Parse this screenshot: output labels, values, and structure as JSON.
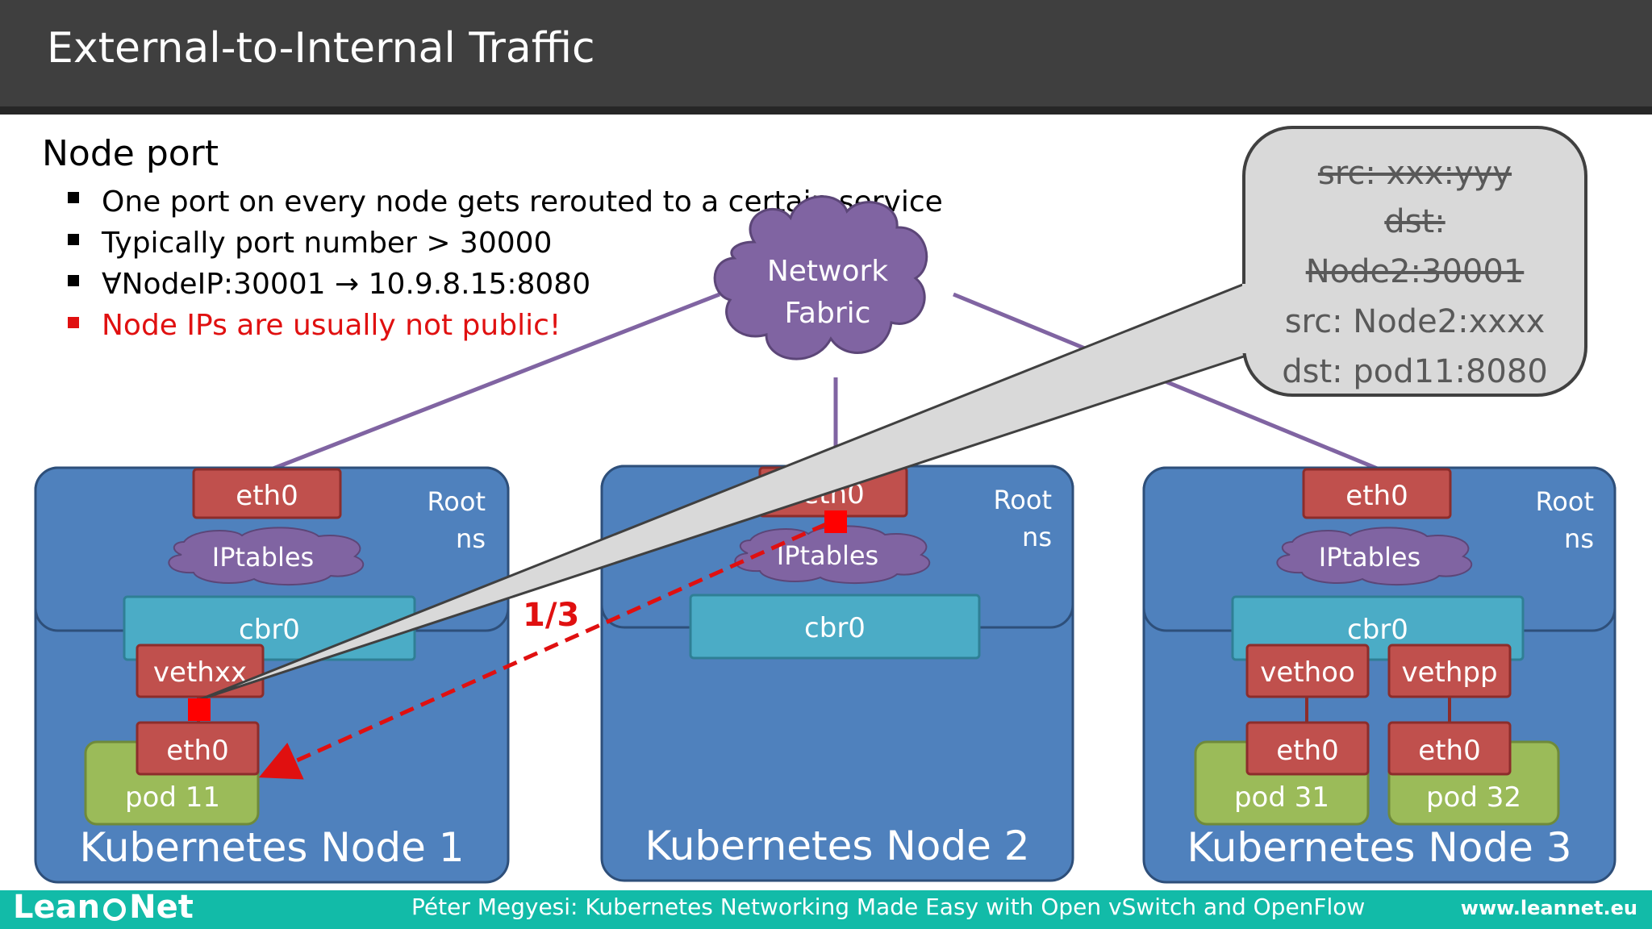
{
  "slide": {
    "title": "External-to-Internal Traffic"
  },
  "content": {
    "heading": "Node port",
    "bullets": [
      {
        "text": "One port on every node gets rerouted to a certain service",
        "color": "#000000"
      },
      {
        "text": "Typically port number > 30000",
        "color": "#000000"
      },
      {
        "text": "∀NodeIP:30001 → 10.9.8.15:8080",
        "color": "#000000"
      },
      {
        "text": "Node IPs are usually not public!",
        "color": "#e01010"
      }
    ]
  },
  "network": {
    "cloud_line1": "Network",
    "cloud_line2": "Fabric"
  },
  "nodes": [
    {
      "label": "Kubernetes Node 1",
      "eth": "eth0",
      "iptables": "IPtables",
      "ns_line1": "Root",
      "ns_line2": "ns",
      "bridge": "cbr0",
      "veths": [
        "vethxx"
      ],
      "pods": [
        {
          "eth": "eth0",
          "name": "pod 11"
        }
      ]
    },
    {
      "label": "Kubernetes Node 2",
      "eth": "eth0",
      "iptables": "IPtables",
      "ns_line1": "Root",
      "ns_line2": "ns",
      "bridge": "cbr0",
      "veths": [],
      "pods": []
    },
    {
      "label": "Kubernetes Node 3",
      "eth": "eth0",
      "iptables": "IPtables",
      "ns_line1": "Root",
      "ns_line2": "ns",
      "bridge": "cbr0",
      "veths": [
        "vethoo",
        "vethpp"
      ],
      "pods": [
        {
          "eth": "eth0",
          "name": "pod 31"
        },
        {
          "eth": "eth0",
          "name": "pod 32"
        }
      ]
    }
  ],
  "callout": {
    "struck_lines": [
      "src: xxx:yyy",
      "dst:",
      "Node2:30001"
    ],
    "lines": [
      "src: Node2:xxxx",
      "dst: pod11:8080"
    ]
  },
  "arrow_label": "1/3",
  "footer": {
    "logo": "Lean",
    "logo_end": "Net",
    "credit": "Péter Megyesi: Kubernetes Networking Made Easy with Open vSwitch and OpenFlow",
    "url": "www.leannet.eu"
  },
  "colors": {
    "node_fill": "#4f81bd",
    "node_stroke": "#2e4f7a",
    "red_box": "#c0504d",
    "bridge": "#4bacc6",
    "pod_green": "#9bbb59",
    "cloud": "#8064a2",
    "link": "#8064a2",
    "arrow": "#e01010",
    "footer_bar": "#12bba8"
  }
}
